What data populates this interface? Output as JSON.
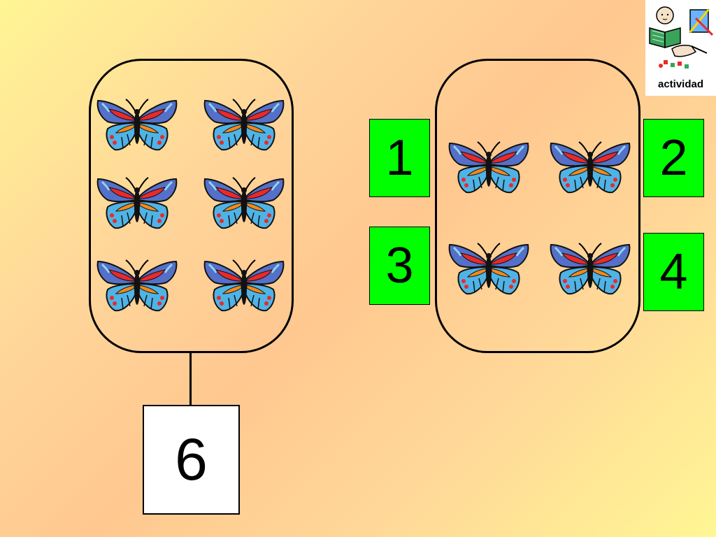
{
  "activity_badge": {
    "label": "actividad",
    "icon": "activity-pictogram-icon"
  },
  "left_group": {
    "icon": "butterfly-icon",
    "butterfly_count": 6
  },
  "right_group": {
    "icon": "butterfly-icon",
    "butterfly_count": 4
  },
  "total": {
    "value": "6"
  },
  "answer_options": [
    {
      "label": "1"
    },
    {
      "label": "2"
    },
    {
      "label": "3"
    },
    {
      "label": "4"
    }
  ],
  "colors": {
    "option_background": "#00ff00",
    "total_background": "#ffffff",
    "outline": "#000000"
  }
}
